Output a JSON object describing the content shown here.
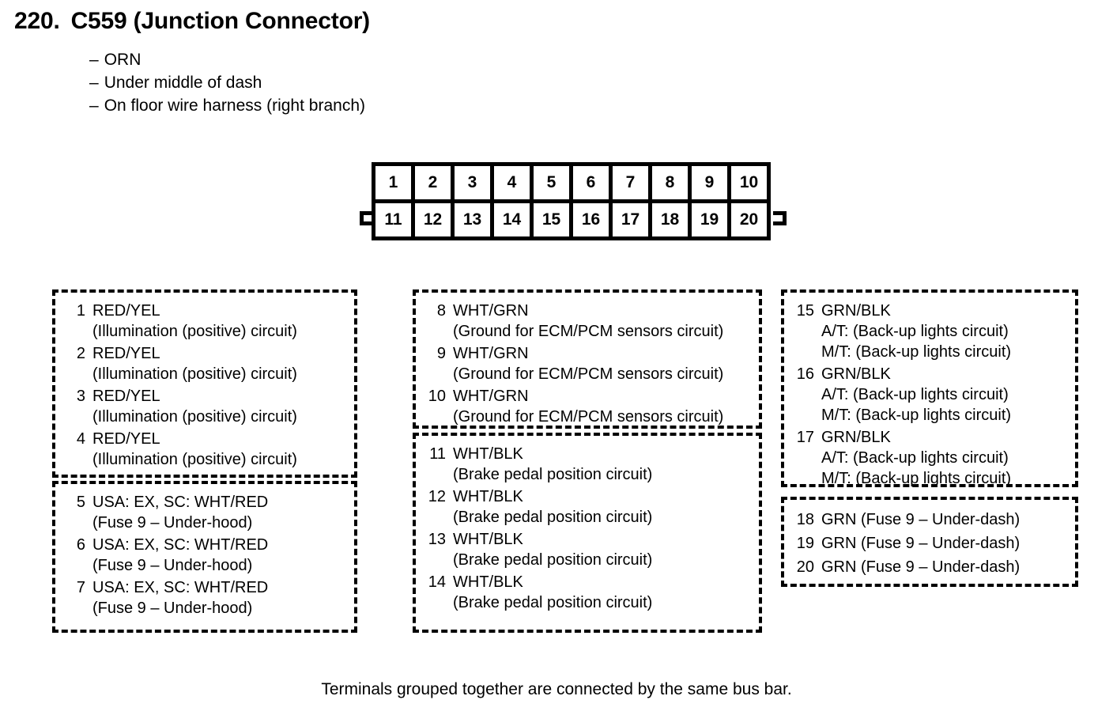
{
  "header": {
    "number": "220.",
    "title": "C559 (Junction Connector)",
    "specs": [
      {
        "dash": "–",
        "text": "ORN"
      },
      {
        "dash": "–",
        "text": "Under middle of dash"
      },
      {
        "dash": "–",
        "text": "On floor wire harness (right branch)"
      }
    ]
  },
  "connector": {
    "top_row": [
      "1",
      "2",
      "3",
      "4",
      "5",
      "6",
      "7",
      "8",
      "9",
      "10"
    ],
    "bottom_row": [
      "11",
      "12",
      "13",
      "14",
      "15",
      "16",
      "17",
      "18",
      "19",
      "20"
    ]
  },
  "groups": [
    {
      "id": "box-1-4",
      "entries": [
        {
          "pin": "1",
          "lines": [
            "RED/YEL",
            "(Illumination (positive) circuit)"
          ]
        },
        {
          "pin": "2",
          "lines": [
            "RED/YEL",
            "(Illumination (positive) circuit)"
          ]
        },
        {
          "pin": "3",
          "lines": [
            "RED/YEL",
            "(Illumination (positive) circuit)"
          ]
        },
        {
          "pin": "4",
          "lines": [
            "RED/YEL",
            "(Illumination (positive) circuit)"
          ]
        }
      ]
    },
    {
      "id": "box-5-7",
      "entries": [
        {
          "pin": "5",
          "lines": [
            "USA: EX, SC: WHT/RED",
            "(Fuse 9 – Under-hood)"
          ]
        },
        {
          "pin": "6",
          "lines": [
            "USA: EX, SC: WHT/RED",
            "(Fuse 9 – Under-hood)"
          ]
        },
        {
          "pin": "7",
          "lines": [
            "USA: EX, SC: WHT/RED",
            "(Fuse 9 – Under-hood)"
          ]
        }
      ]
    },
    {
      "id": "box-8-10",
      "entries": [
        {
          "pin": "8",
          "lines": [
            "WHT/GRN",
            "(Ground for ECM/PCM sensors circuit)"
          ]
        },
        {
          "pin": "9",
          "lines": [
            "WHT/GRN",
            "(Ground for ECM/PCM sensors circuit)"
          ]
        },
        {
          "pin": "10",
          "lines": [
            "WHT/GRN",
            "(Ground for ECM/PCM sensors circuit)"
          ]
        }
      ]
    },
    {
      "id": "box-11-14",
      "entries": [
        {
          "pin": "11",
          "lines": [
            "WHT/BLK",
            "(Brake pedal position circuit)"
          ]
        },
        {
          "pin": "12",
          "lines": [
            "WHT/BLK",
            "(Brake pedal position circuit)"
          ]
        },
        {
          "pin": "13",
          "lines": [
            "WHT/BLK",
            "(Brake pedal position circuit)"
          ]
        },
        {
          "pin": "14",
          "lines": [
            "WHT/BLK",
            "(Brake pedal position circuit)"
          ]
        }
      ]
    },
    {
      "id": "box-15-17",
      "entries": [
        {
          "pin": "15",
          "lines": [
            "GRN/BLK",
            "A/T: (Back-up lights circuit)",
            "M/T: (Back-up lights circuit)"
          ]
        },
        {
          "pin": "16",
          "lines": [
            "GRN/BLK",
            "A/T: (Back-up lights circuit)",
            "M/T: (Back-up lights circuit)"
          ]
        },
        {
          "pin": "17",
          "lines": [
            "GRN/BLK",
            "A/T: (Back-up lights circuit)",
            "M/T: (Back-up lights circuit)"
          ]
        }
      ]
    },
    {
      "id": "box-18-20",
      "compact": true,
      "entries": [
        {
          "pin": "18",
          "lines": [
            "GRN (Fuse 9 – Under-dash)"
          ]
        },
        {
          "pin": "19",
          "lines": [
            "GRN (Fuse 9 – Under-dash)"
          ]
        },
        {
          "pin": "20",
          "lines": [
            "GRN (Fuse 9 – Under-dash)"
          ]
        }
      ]
    }
  ],
  "footer": {
    "note": "Terminals grouped together are connected by the same bus bar."
  },
  "colors": {
    "ink": "#000000",
    "paper": "#ffffff"
  }
}
